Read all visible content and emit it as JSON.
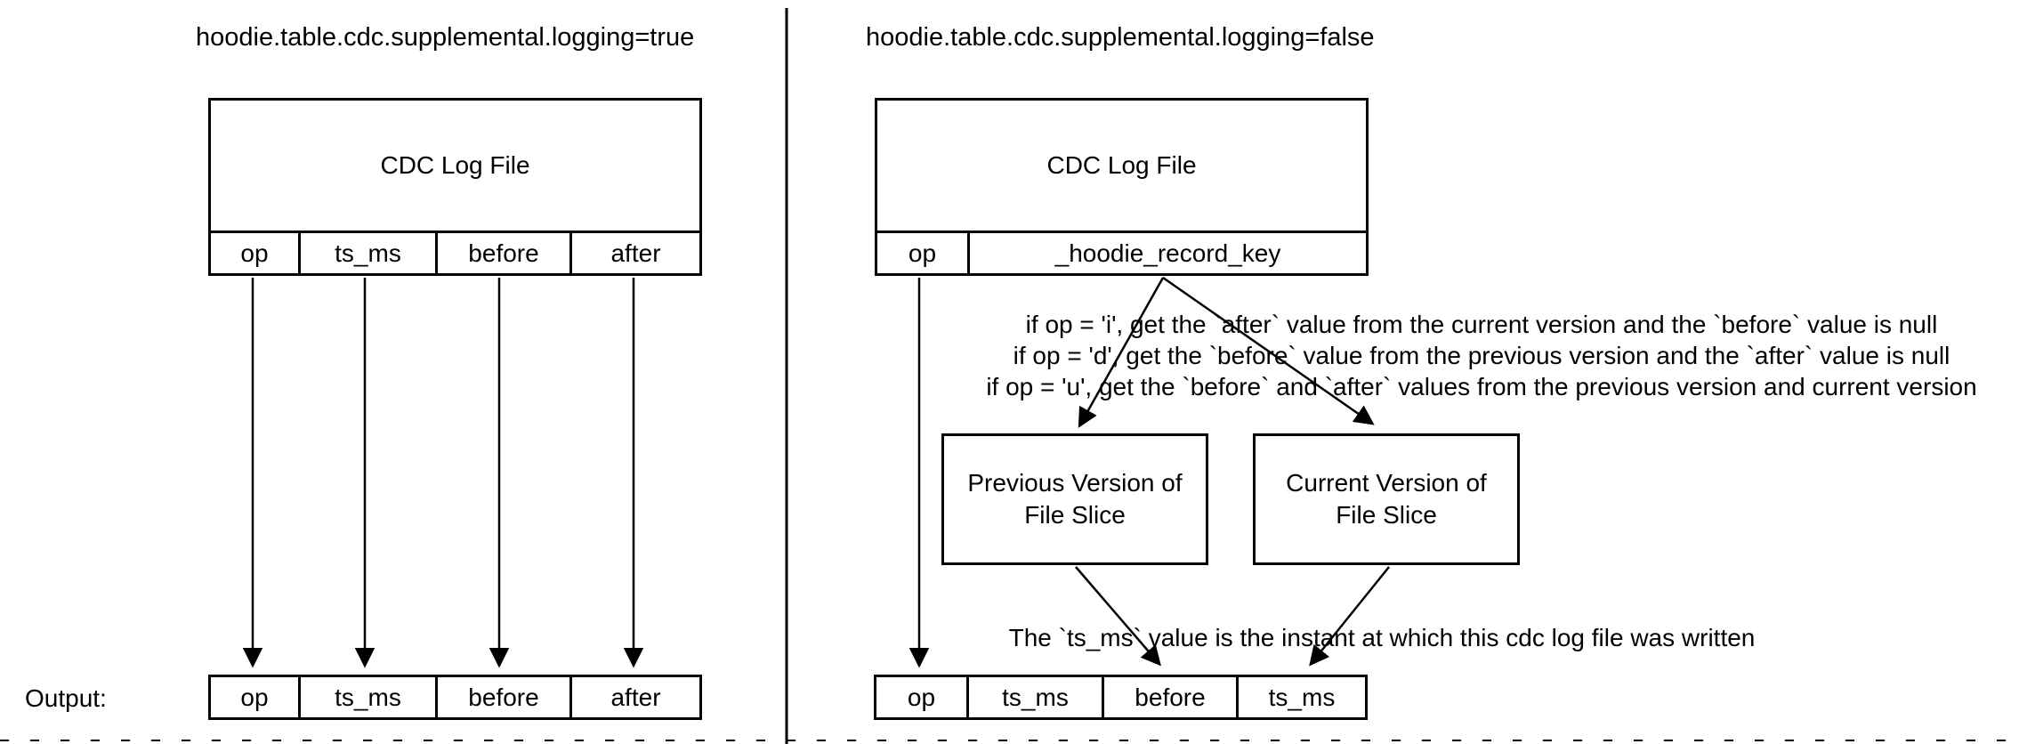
{
  "diagram": {
    "colors": {
      "stroke": "#000000",
      "background": "#ffffff"
    },
    "left": {
      "title": "hoodie.table.cdc.supplemental.logging=true",
      "cdc_box_label": "CDC Log File",
      "cdc_columns": [
        "op",
        "ts_ms",
        "before",
        "after"
      ],
      "output_label": "Output:",
      "output_columns": [
        "op",
        "ts_ms",
        "before",
        "after"
      ]
    },
    "right": {
      "title": "hoodie.table.cdc.supplemental.logging=false",
      "cdc_box_label": "CDC Log File",
      "cdc_columns": [
        "op",
        "_hoodie_record_key"
      ],
      "op_rules": [
        "if op = 'i', get the `after` value from the current version and the `before` value is null",
        "if op = 'd', get the `before` value from the previous version and the `after` value is null",
        "if op = 'u', get the `before` and `after` values from the previous version and current version"
      ],
      "previous_box_label": "Previous Version of File Slice",
      "current_box_label": "Current Version of File Slice",
      "ts_note": "The `ts_ms` value is the instant at which this cdc log file was written",
      "output_columns": [
        "op",
        "ts_ms",
        "before",
        "ts_ms"
      ]
    }
  }
}
